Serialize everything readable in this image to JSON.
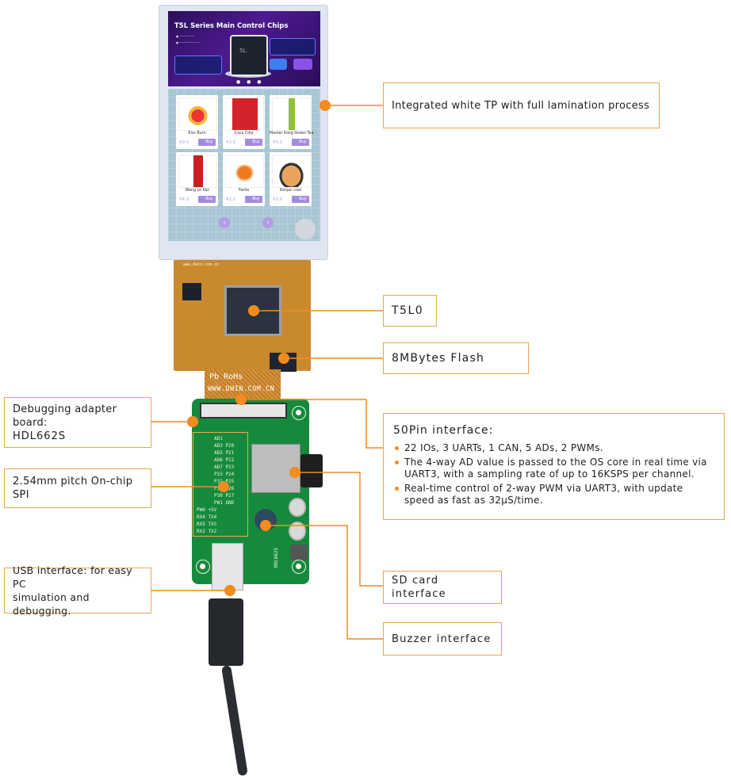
{
  "accent_color": "#f28c1e",
  "callout_border_color": "#f0a44c",
  "display": {
    "banner": {
      "title": "T5L Series Main Control Chips",
      "chip_label": "5L",
      "pager": "● ● ●"
    },
    "store": {
      "products": [
        {
          "name": "Kiss Burn",
          "price": "¥0.5",
          "buy_label": "Buy"
        },
        {
          "name": "Coca Cola",
          "price": "¥2.5",
          "buy_label": "Buy"
        },
        {
          "name": "Master Kong Green Tea",
          "price": "¥3.5",
          "buy_label": "Buy"
        },
        {
          "name": "Wang Lo Kat",
          "price": "¥4.0",
          "buy_label": "Buy"
        },
        {
          "name": "Fanta",
          "price": "¥2.5",
          "buy_label": "Buy"
        },
        {
          "name": "Konjac cool",
          "price": "¥1.0",
          "buy_label": "Buy"
        }
      ],
      "prev_icon": "‹",
      "next_icon": "›"
    }
  },
  "fpc": {
    "rohs_text": "Pb RoHs",
    "url_text": "WWW.DWIN.COM.CN",
    "label_top": "www.dwin.com.cn"
  },
  "board": {
    "model": "HDL662S",
    "pin_labels": [
      "AD1",
      "AD3 P20",
      "AD5 P21",
      "AD6 P22",
      "AD7 P23",
      "P33 P24",
      "P32 P25",
      "P31 P26",
      "P30 P27",
      "PW1 GND",
      "PW0 +5V",
      "RX4 TX4",
      "RX5 TX5",
      "RX2 TX2"
    ]
  },
  "callouts": {
    "touch_panel": "Integrated white TP with full lamination process",
    "mcu": "T5L0",
    "flash": "8MBytes Flash",
    "adapter_board": [
      "Debugging adapter board:",
      "HDL662S"
    ],
    "spi": "2.54mm pitch On-chip SPI",
    "usb": [
      "USB interface:  for easy PC",
      "simulation and debugging."
    ],
    "sd_card": "SD card interface",
    "buzzer": "Buzzer interface",
    "pin50": {
      "heading": "50Pin interface:",
      "bullets": [
        "22 IOs, 3 UARTs, 1 CAN, 5 ADs, 2 PWMs.",
        "The 4-way AD value is passed to the OS core in real time via UART3, with a sampling rate of up to 16KSPS per channel.",
        "Real-time control of 2-way PWM via UART3, with update speed as fast as 32μS/time."
      ]
    }
  }
}
